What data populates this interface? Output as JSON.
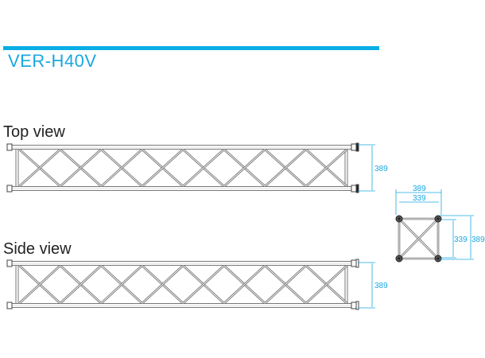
{
  "header": {
    "title": "VER-H40V",
    "accent_color": "#0aaee4"
  },
  "views": {
    "top": {
      "label": "Top view",
      "dimension": "389"
    },
    "side": {
      "label": "Side view",
      "dimension": "389"
    },
    "section": {
      "width_outer": "389",
      "width_inner": "339",
      "height_inner": "339",
      "height_outer": "389"
    }
  }
}
